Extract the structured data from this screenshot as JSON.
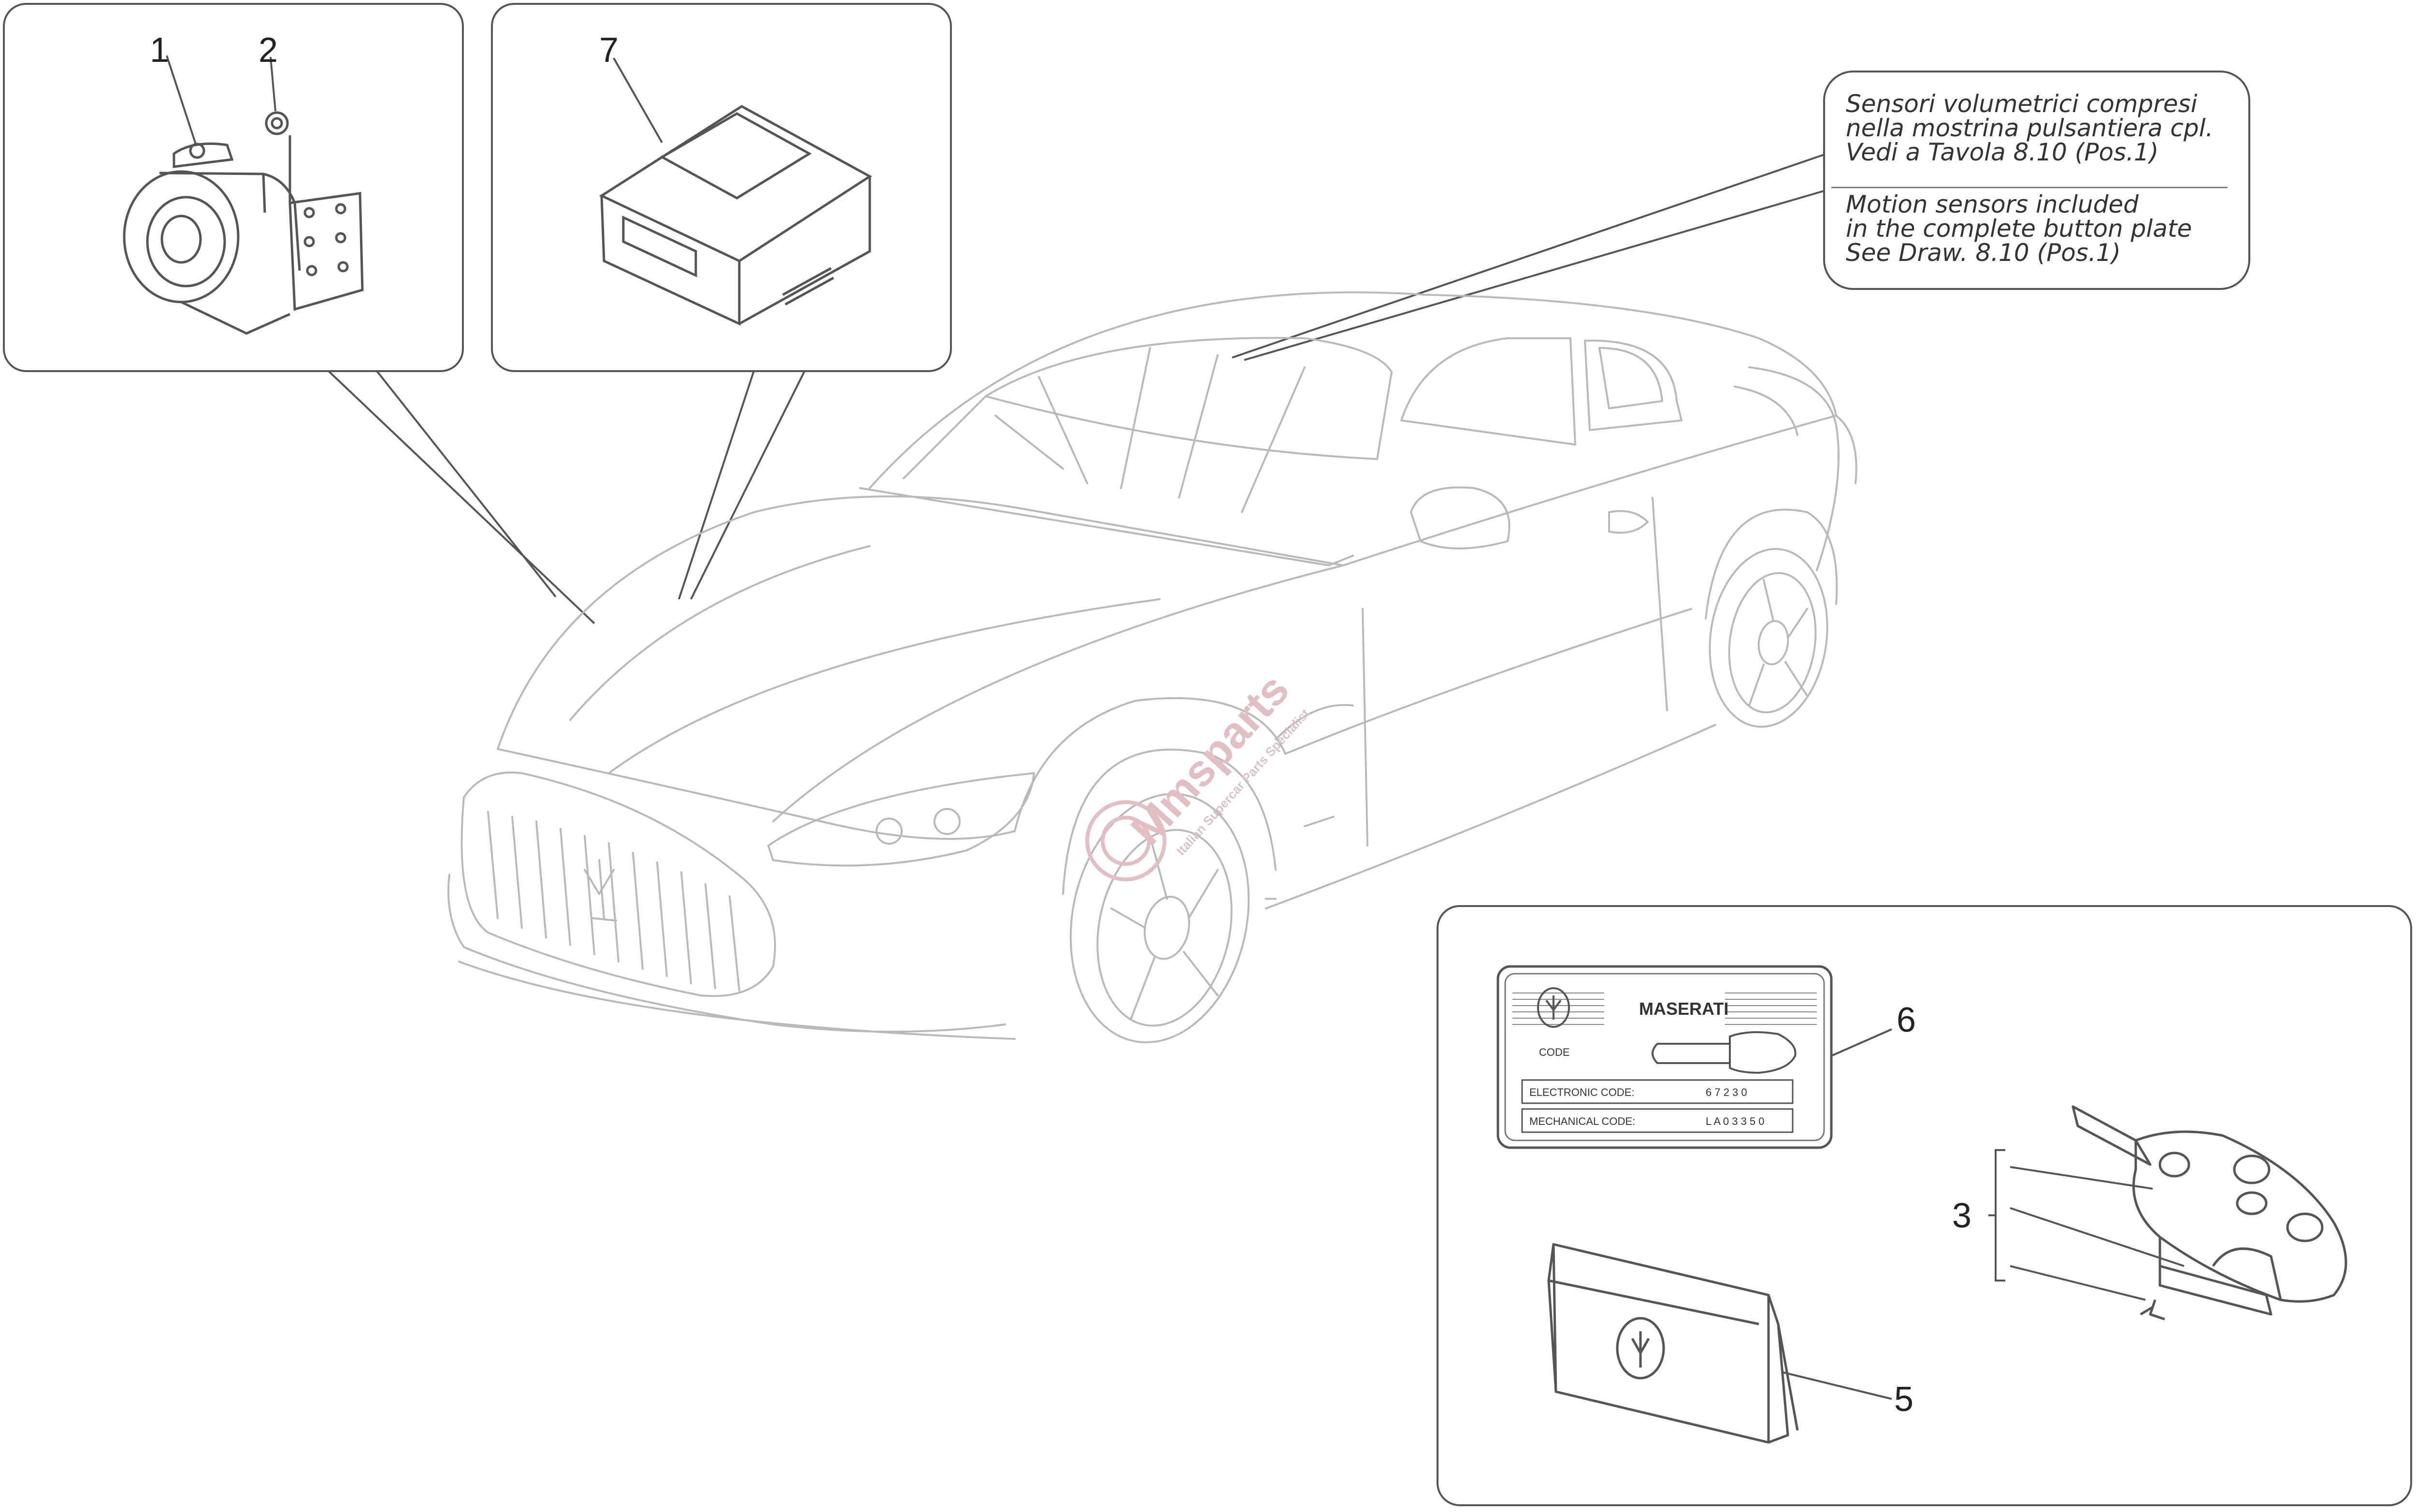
{
  "callouts": {
    "item_1": "1",
    "item_2": "2",
    "item_3": "3",
    "item_5": "5",
    "item_6": "6",
    "item_7": "7"
  },
  "note": {
    "it_line1": "Sensori volumetrici compresi",
    "it_line2": "nella mostrina pulsantiera cpl.",
    "it_line3": "Vedi a Tavola 8.10 (Pos.1)",
    "en_line1": "Motion sensors included",
    "en_line2": "in the complete button plate",
    "en_line3": "See Draw. 8.10 (Pos.1)"
  },
  "code_plate": {
    "brand": "MASERATI",
    "code_label": "CODE",
    "electronic_label": "ELECTRONIC CODE:",
    "electronic_value": "6 7 2 3 0",
    "mechanical_label": "MECHANICAL CODE:",
    "mechanical_value": "L A 0 3 3 5 0"
  },
  "watermark": {
    "brand": "Mmsparts",
    "tagline": "Italian Supercar Parts Specialist"
  },
  "colors": {
    "line": "#555555",
    "car_line": "#b9b9b9",
    "watermark": "#e2bfc2"
  }
}
